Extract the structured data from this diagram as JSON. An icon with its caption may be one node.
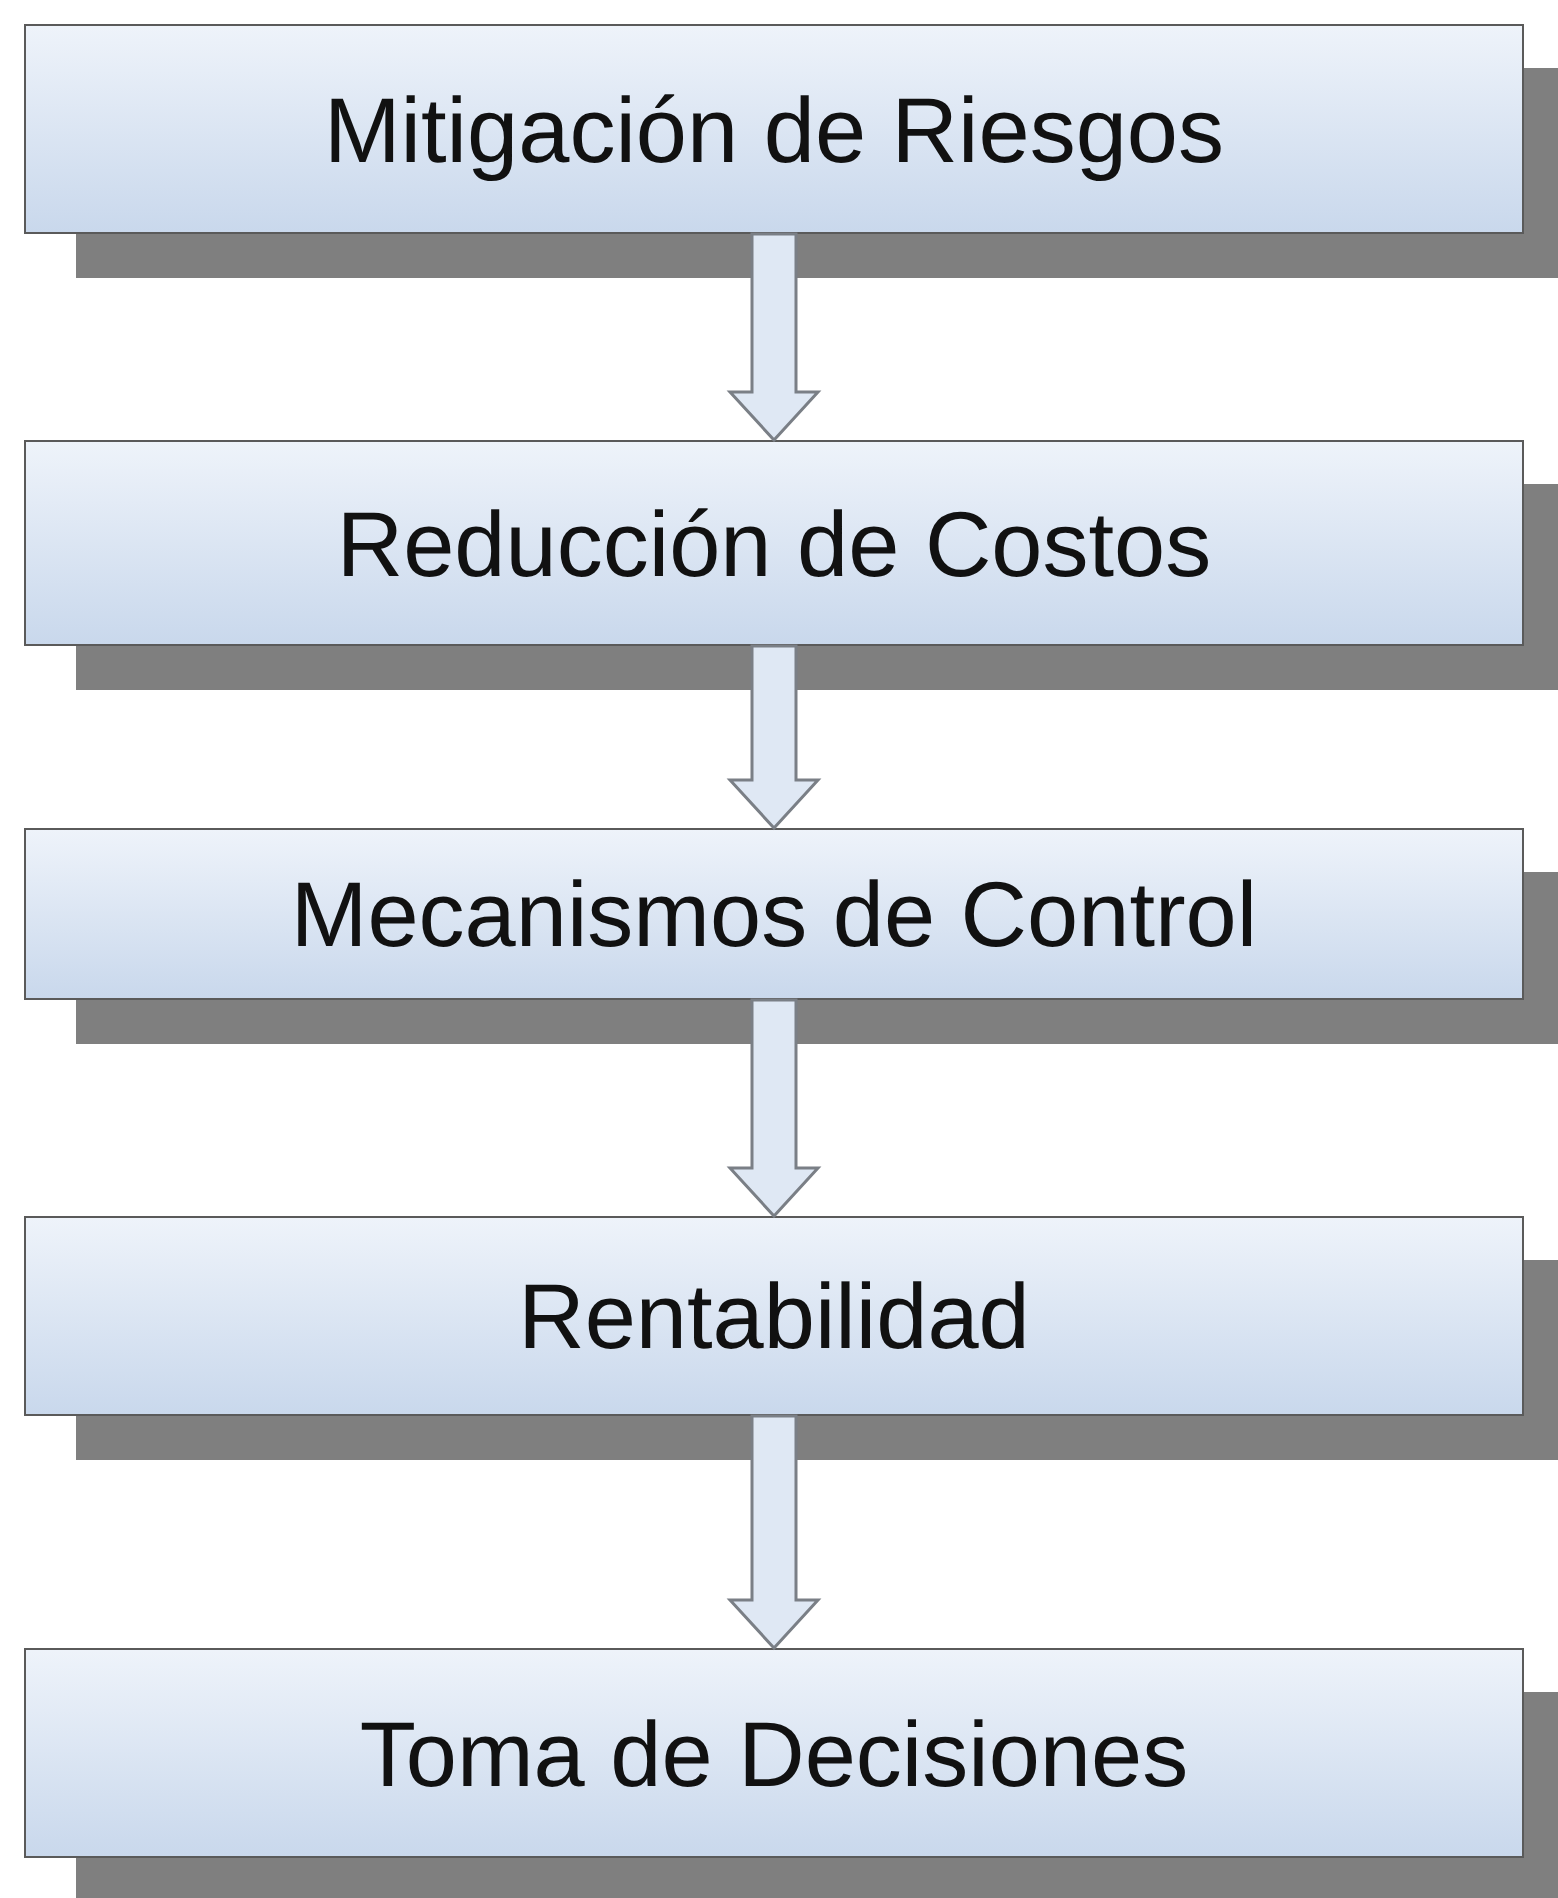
{
  "diagram": {
    "nodes": [
      {
        "text": [
          "Mitigación de Riesgos"
        ]
      },
      {
        "text": [
          "Reducción de Costos"
        ]
      },
      {
        "text": [
          "Mecanismos de Control"
        ]
      },
      {
        "text": [
          "Rentabilidad"
        ]
      },
      {
        "text": [
          "Toma de Decisiones"
        ]
      }
    ],
    "edges": [
      {
        "from": 0,
        "to": 1,
        "arrow": "to"
      },
      {
        "from": 1,
        "to": 2,
        "arrow": "to"
      },
      {
        "from": 2,
        "to": 3,
        "arrow": "to"
      },
      {
        "from": 3,
        "to": 4,
        "arrow": "to"
      }
    ]
  }
}
